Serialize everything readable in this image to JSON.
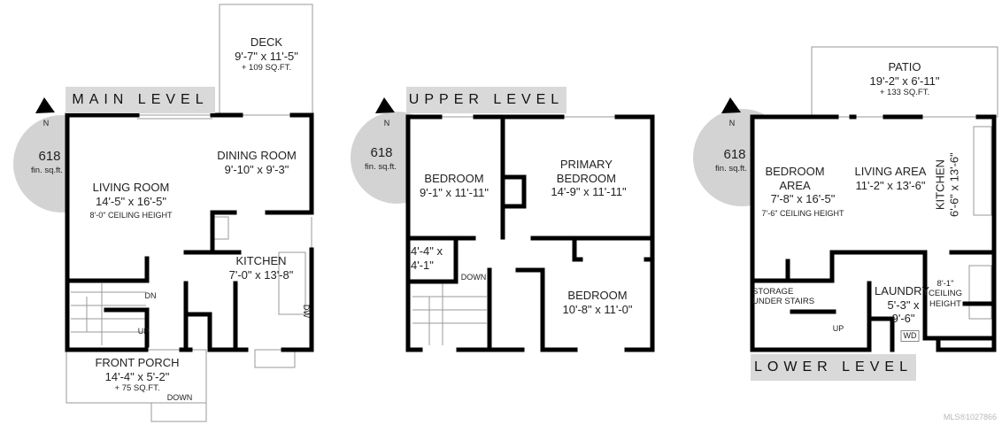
{
  "levels": [
    {
      "banner": "MAIN LEVEL",
      "area": {
        "value": "618",
        "unit": "fin. sq.ft."
      },
      "compass": "N",
      "rooms": [
        {
          "name": "DECK",
          "dims": "9'-7\" x 11'-5\"",
          "extra": "+ 109 SQ.FT."
        },
        {
          "name": "DINING ROOM",
          "dims": "9'-10\" x 9'-3\""
        },
        {
          "name": "LIVING ROOM",
          "dims": "14'-5\" x 16'-5\"",
          "extra": "8'-0\" CEILING HEIGHT"
        },
        {
          "name": "KITCHEN",
          "dims": "7'-0\" x 13'-8\""
        },
        {
          "name": "FRONT PORCH",
          "dims": "14'-4\" x 5'-2\"",
          "extra": "+ 75 SQ.FT."
        }
      ],
      "stairs": {
        "dn": "DN",
        "up": "UP",
        "down": "DOWN"
      },
      "appliance": "DW"
    },
    {
      "banner": "UPPER LEVEL",
      "area": {
        "value": "618",
        "unit": "fin. sq.ft."
      },
      "compass": "N",
      "rooms": [
        {
          "name": "BEDROOM",
          "dims": "9'-1\" x 11'-11\""
        },
        {
          "name": "PRIMARY BEDROOM",
          "dims": "14'-9\" x 11'-11\""
        },
        {
          "name": "",
          "dims": "4'-4\" x 4'-1\""
        },
        {
          "name": "BEDROOM",
          "dims": "10'-8\" x 11'-0\""
        }
      ],
      "stairs": {
        "down": "DOWN"
      }
    },
    {
      "banner": "LOWER LEVEL",
      "area": {
        "value": "618",
        "unit": "fin. sq.ft."
      },
      "compass": "N",
      "rooms": [
        {
          "name": "PATIO",
          "dims": "19'-2\" x 6'-11\"",
          "extra": "+ 133 SQ.FT."
        },
        {
          "name": "BEDROOM AREA",
          "dims": "7'-8\" x 16'-5\"",
          "extra": "7'-6\" CEILING HEIGHT"
        },
        {
          "name": "LIVING AREA",
          "dims": "11'-2\" x 13'-6\""
        },
        {
          "name": "KITCHEN",
          "dims": "6'-6\" x 13'-6\""
        },
        {
          "name": "STORAGE UNDER STAIRS"
        },
        {
          "name": "LAUNDRY",
          "dims": "5'-3\" x 9'-6\""
        },
        {
          "name": "",
          "extra": "8'-1\" CEILING HEIGHT"
        }
      ],
      "stairs": {
        "up": "UP"
      },
      "appliance": "WD"
    }
  ],
  "watermark": "MLS®1027866",
  "colors": {
    "wall": "#000000",
    "banner": "#d9d9d9",
    "compass": "#d3d3d3"
  }
}
